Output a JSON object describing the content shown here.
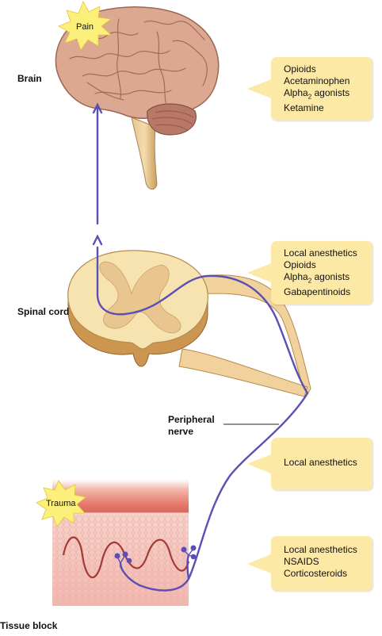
{
  "labels": {
    "brain": "Brain",
    "spinal_cord": "Spinal cord",
    "peripheral_nerve_line1": "Peripheral",
    "peripheral_nerve_line2": "nerve",
    "tissue_block": "Tissue block",
    "pain": "Pain",
    "trauma": "Trauma"
  },
  "callouts": {
    "brain": [
      {
        "text": "Opioids"
      },
      {
        "text": "Acetaminophen"
      },
      {
        "text": "Alpha",
        "sub": "2",
        "rest": " agonists"
      },
      {
        "text": "Ketamine"
      }
    ],
    "spinal": [
      {
        "text": "Local anesthetics"
      },
      {
        "text": "Opioids"
      },
      {
        "text": "Alpha",
        "sub": "2",
        "rest": " agonists"
      },
      {
        "text": "Gabapentinoids"
      }
    ],
    "nerve": [
      {
        "text": "Local anesthetics"
      }
    ],
    "tissue": [
      {
        "text": "Local anesthetics"
      },
      {
        "text": "NSAIDS"
      },
      {
        "text": "Corticosteroids"
      }
    ]
  },
  "colors": {
    "callout_fill": "#fde9a6",
    "pathway": "#5b4fb4",
    "brain": "#d9a38c",
    "cord_outer": "#f7e3b0",
    "cord_inner": "#e9c690",
    "star": "#fdf07a"
  }
}
